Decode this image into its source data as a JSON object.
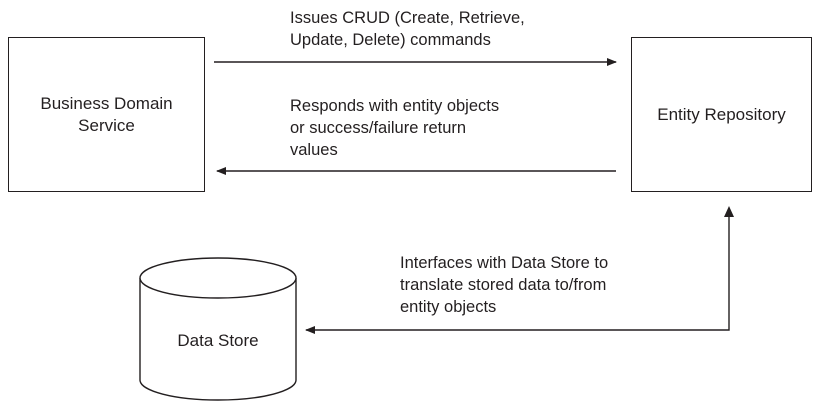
{
  "nodes": {
    "business_domain_service": {
      "label": "Business Domain\nService"
    },
    "entity_repository": {
      "label": "Entity Repository"
    },
    "data_store": {
      "label": "Data Store"
    }
  },
  "edges": {
    "crud_commands": {
      "label": "Issues CRUD (Create, Retrieve,\nUpdate, Delete) commands"
    },
    "responses": {
      "label": "Responds with entity objects\nor success/failure return\nvalues"
    },
    "data_store_interface": {
      "label": "Interfaces with Data Store to\ntranslate stored data to/from\nentity objects"
    }
  },
  "colors": {
    "stroke": "#231f20",
    "background": "#ffffff"
  }
}
